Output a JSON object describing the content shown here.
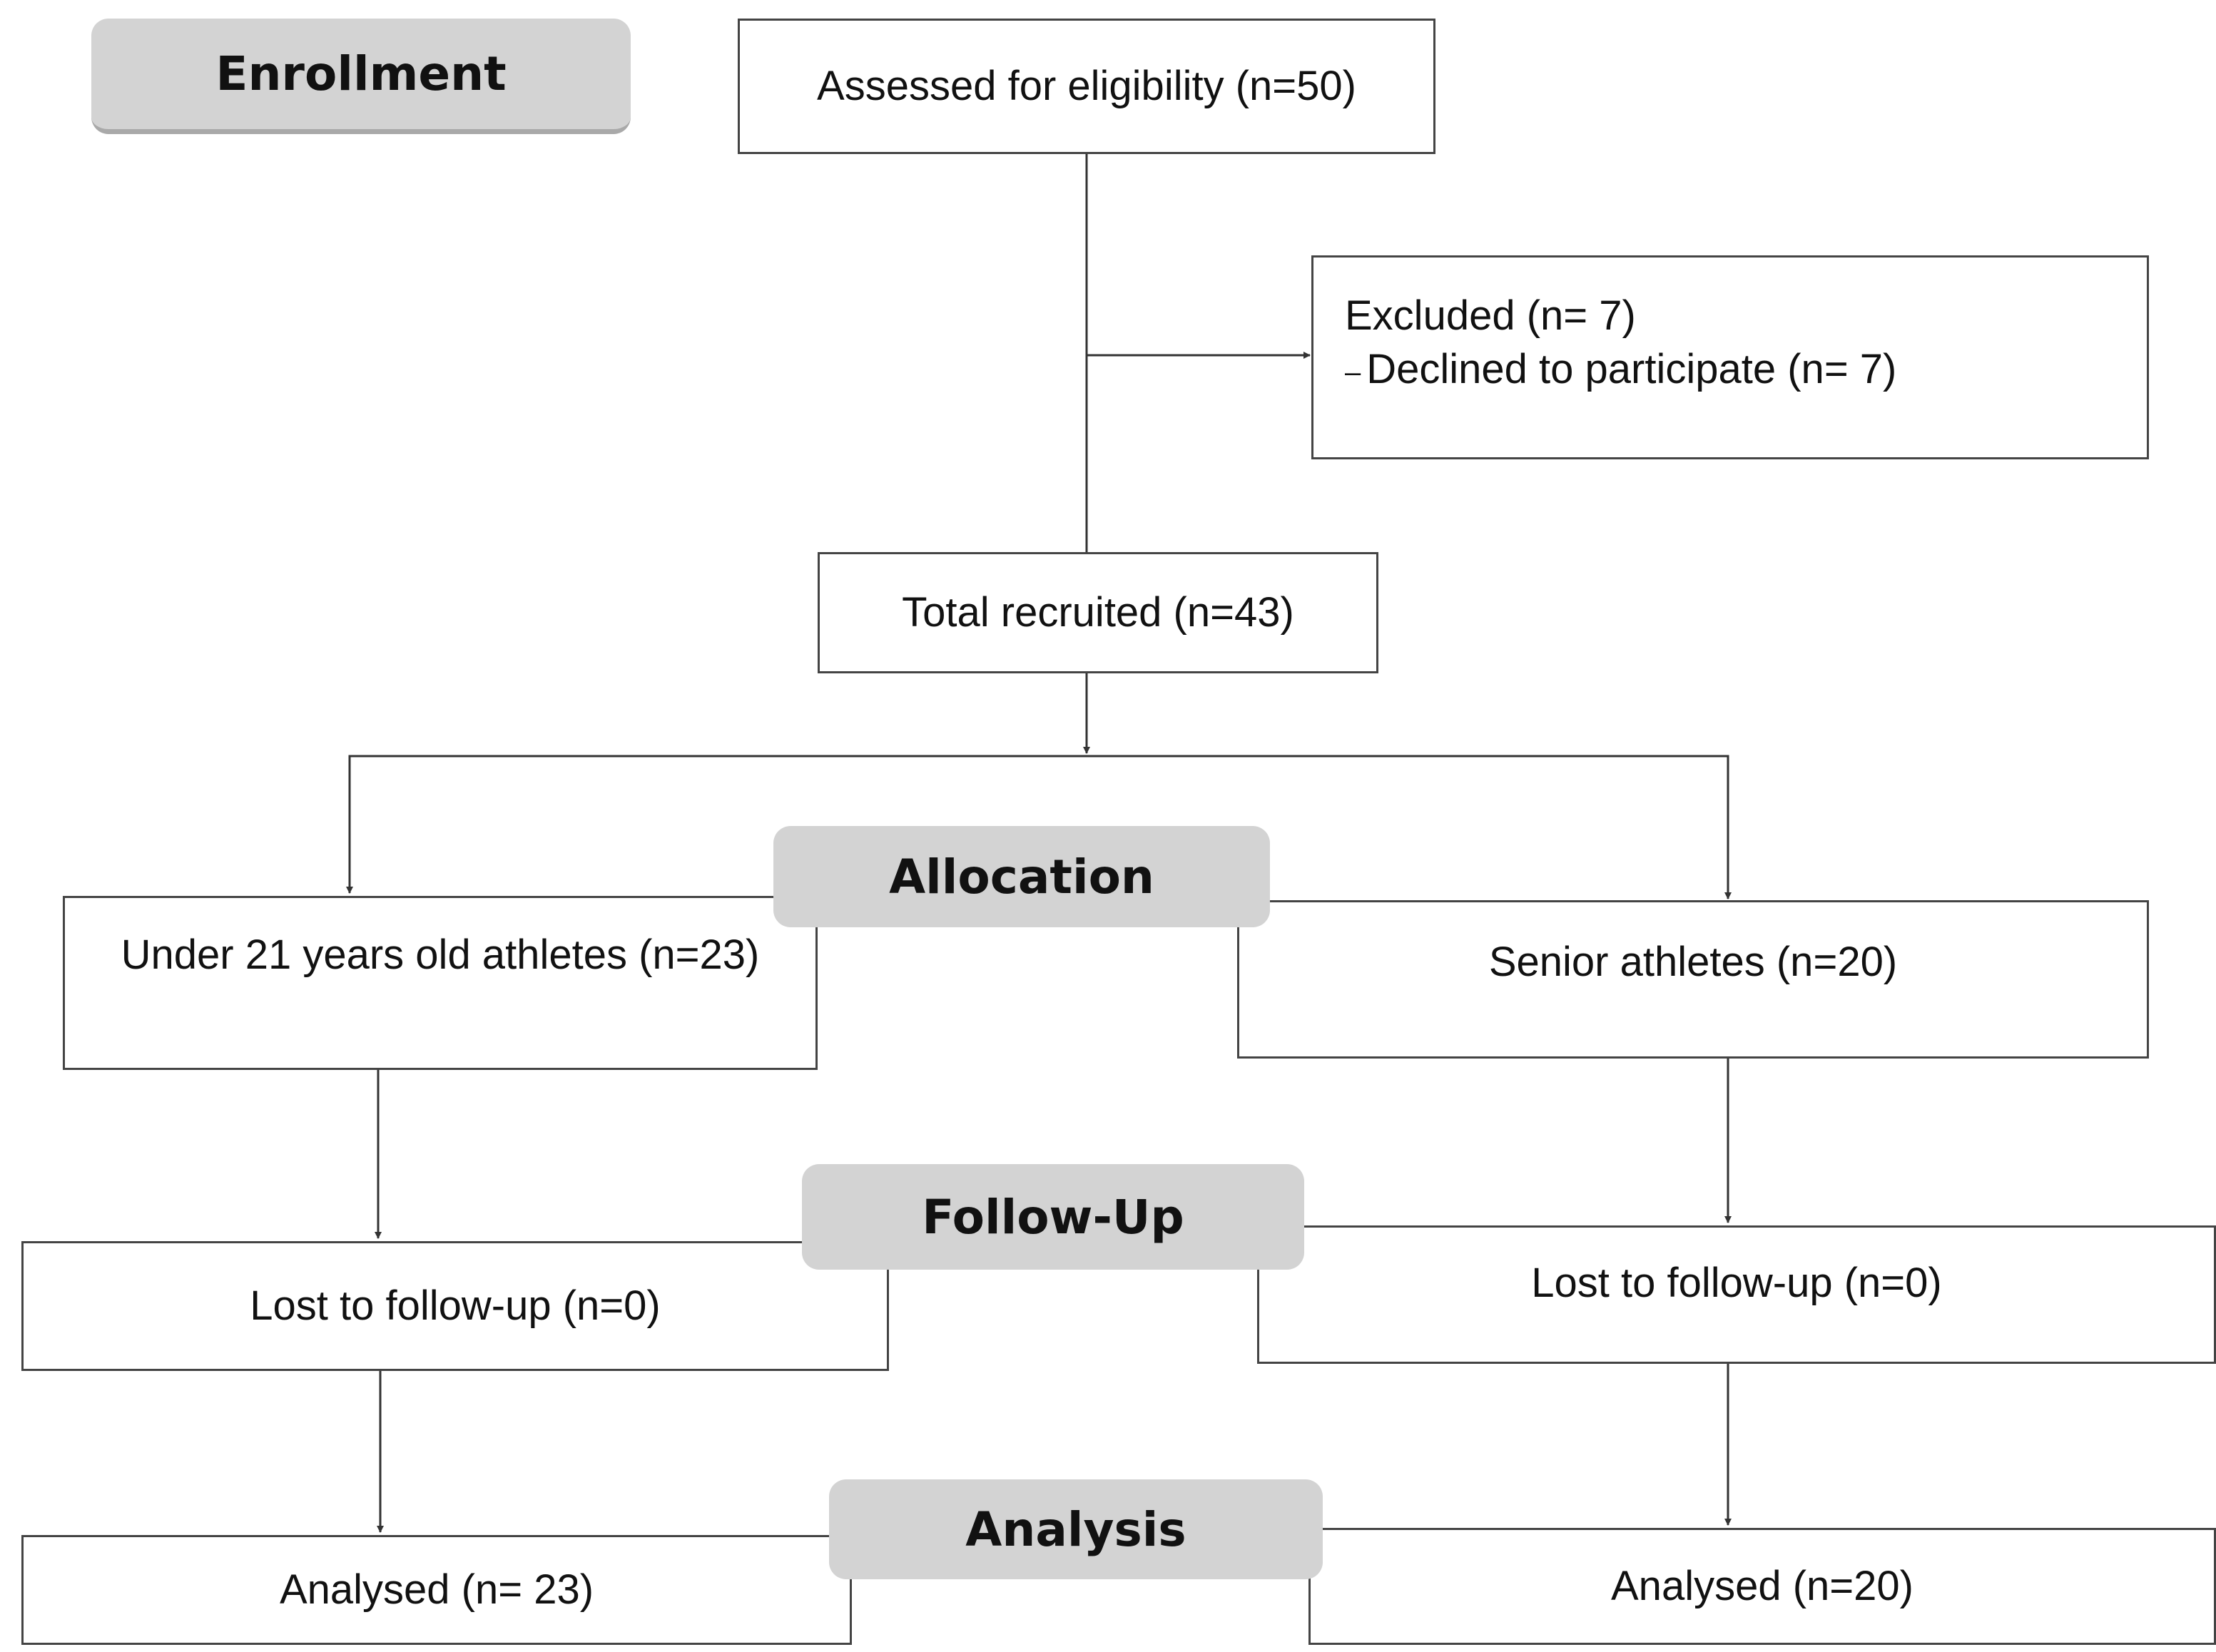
{
  "stages": {
    "enrollment": "Enrollment",
    "allocation": "Allocation",
    "follow_up": "Follow-Up",
    "analysis": "Analysis"
  },
  "enrollment": {
    "assessed": "Assessed for eligibility (n=50)",
    "excluded_title": "Excluded (n= 7)",
    "excluded_dash": "–",
    "excluded_reason": "Declined to participate (n= 7)",
    "total_recruited": "Total recruited (n=43)"
  },
  "groups": {
    "left": {
      "allocation": "Under 21 years old athletes (n=23)",
      "follow_up": "Lost to follow-up (n=0)",
      "analysis": "Analysed (n= 23)"
    },
    "right": {
      "allocation": "Senior athletes (n=20)",
      "follow_up": "Lost to follow-up (n=0)",
      "analysis": "Analysed (n=20)"
    }
  },
  "colors": {
    "stage_fill": "#d3d3d3",
    "border": "#444444",
    "line": "#333333"
  }
}
